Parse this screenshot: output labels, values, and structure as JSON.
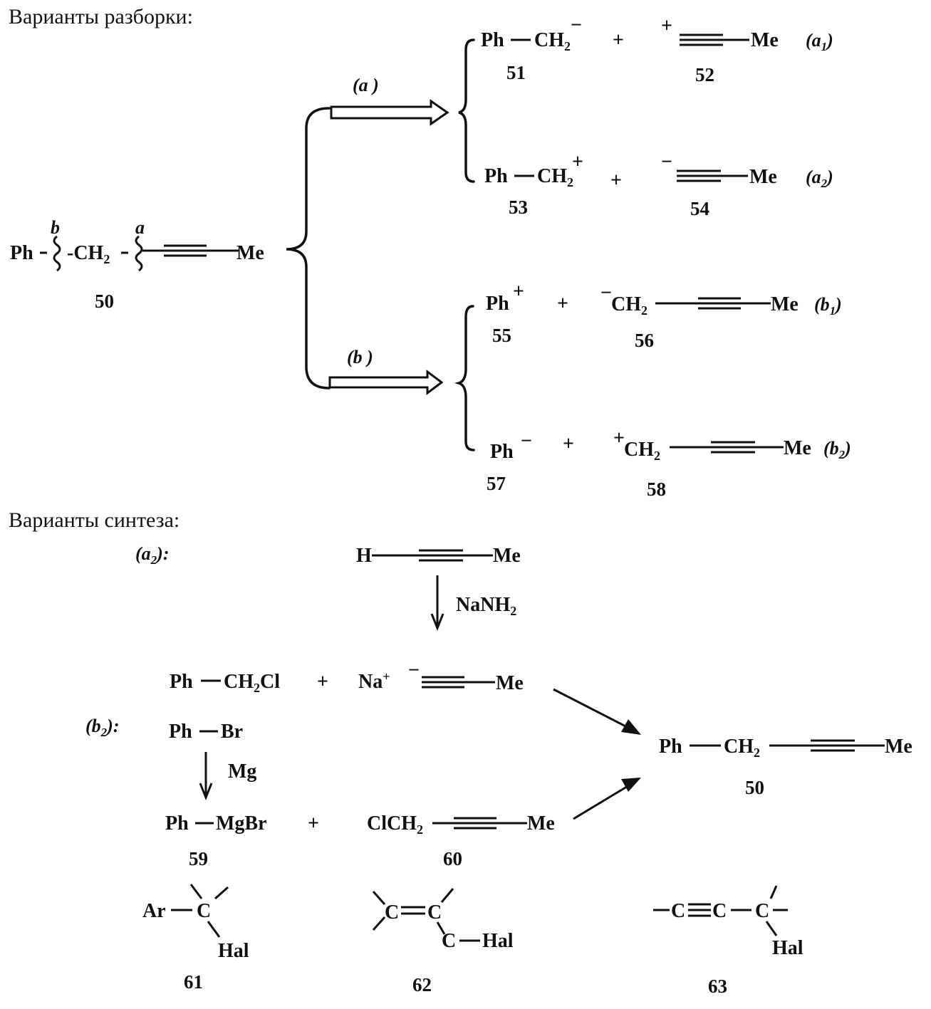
{
  "headers": {
    "disconnection": "Варианты разборки:",
    "synthesis": "Варианты синтеза:"
  },
  "target": {
    "ph": "Ph",
    "ch2": "-CH",
    "ch2_sub": "2",
    "me": "Me",
    "label_a": "a",
    "label_b": "b",
    "number": "50"
  },
  "routes": {
    "a": "(a )",
    "b": "(b )"
  },
  "synthons": {
    "s51": {
      "text": "Ph",
      "mid": "CH",
      "sub": "2",
      "charge": "−",
      "number": "51"
    },
    "s52": {
      "charge": "+",
      "me": "Me",
      "number": "52",
      "label": "(a",
      "label_sub": "1",
      "label_close": ")"
    },
    "s53": {
      "text": "Ph",
      "mid": "CH",
      "sub": "2",
      "charge": "+",
      "number": "53"
    },
    "s54": {
      "charge": "−",
      "me": "Me",
      "number": "54",
      "label": "(a",
      "label_sub": "2",
      "label_close": ")"
    },
    "s55": {
      "text": "Ph",
      "charge": "+",
      "number": "55"
    },
    "s56": {
      "charge": "−",
      "ch": "CH",
      "sub": "2",
      "me": "Me",
      "number": "56",
      "label": "(b",
      "label_sub": "1",
      "label_close": ")"
    },
    "s57": {
      "text": "Ph",
      "charge": "−",
      "number": "57"
    },
    "s58": {
      "charge": "+",
      "ch": "CH",
      "sub": "2",
      "me": "Me",
      "number": "58",
      "label": "(b",
      "label_sub": "2",
      "label_close": ")"
    },
    "plus": "+"
  },
  "synthesis": {
    "a2_label": "(a",
    "a2_sub": "2",
    "a2_close": "):",
    "propyne_h": "H",
    "propyne_me": "Me",
    "reagent_na": "NaNH",
    "reagent_na_sub": "2",
    "benzyl_ph": "Ph",
    "benzyl_ch": "CH",
    "benzyl_sub": "2",
    "benzyl_cl": "Cl",
    "plus": "+",
    "na": "Na",
    "na_charge": "+",
    "acetylide_charge": "−",
    "acetylide_me": "Me",
    "b2_label": "(b",
    "b2_sub": "2",
    "b2_close": "):",
    "phbr_ph": "Ph",
    "phbr_br": "Br",
    "mg": "Mg",
    "grig_ph": "Ph",
    "grig_mgbr": "MgBr",
    "grig_number": "59",
    "clch2_text": "ClCH",
    "clch2_sub": "2",
    "clch2_me": "Me",
    "clch2_number": "60",
    "product_ph": "Ph",
    "product_ch": "CH",
    "product_sub": "2",
    "product_me": "Me",
    "product_number": "50"
  },
  "fragments": {
    "f61": {
      "ar": "Ar",
      "c": "C",
      "hal": "Hal",
      "number": "61"
    },
    "f62": {
      "c1": "C",
      "eq": "=",
      "c2": "C",
      "c3": "C",
      "hal": "Hal",
      "number": "62"
    },
    "f63": {
      "c1": "C",
      "triple": "≡",
      "c2": "C",
      "c3": "C",
      "hal": "Hal",
      "number": "63"
    }
  }
}
